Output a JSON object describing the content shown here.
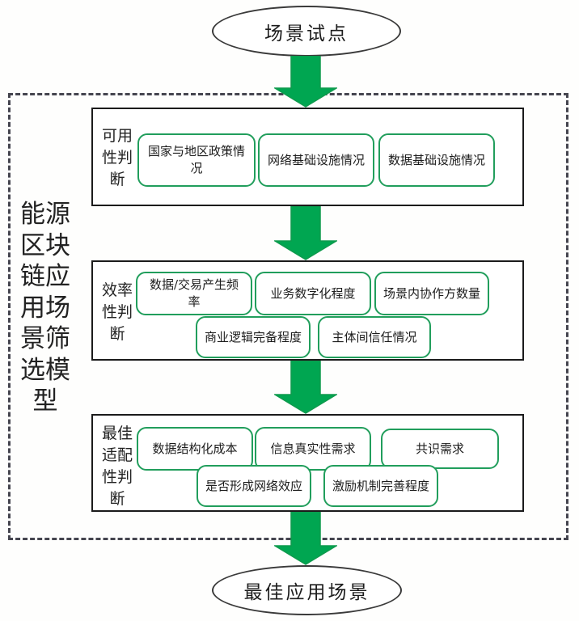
{
  "diagram": {
    "side_title": "能源区块链应用场景筛选模型",
    "start_node": "场景试点",
    "end_node": "最佳应用场景",
    "stages": [
      {
        "label": "可用性判断",
        "items": [
          "国家与地区政策情况",
          "网络基础设施情况",
          "数据基础设施情况"
        ]
      },
      {
        "label": "效率性判断",
        "items": [
          "数据/交易产生频率",
          "业务数字化程度",
          "场景内协作方数量",
          "商业逻辑完备程度",
          "主体间信任情况"
        ]
      },
      {
        "label": "最佳适配性判断",
        "items": [
          "数据结构化成本",
          "信息真实性需求",
          "共识需求",
          "是否形成网络效应",
          "激励机制完善程度"
        ]
      }
    ],
    "colors": {
      "arrow_green": "#00A651",
      "arrow_outline": "#0f9a4d",
      "chip_border_green": "#219e5c",
      "dashed_border": "#45454f",
      "stage_border": "#1b1b1b"
    }
  }
}
